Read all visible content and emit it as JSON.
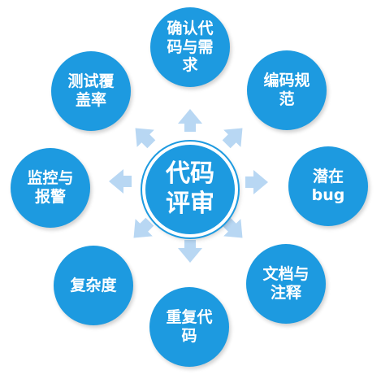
{
  "center": {
    "label": "代码\n评审"
  },
  "nodes": {
    "top": "确认代\n码与需\n求",
    "top_right": "编码规\n范",
    "right": "潜在\nbug",
    "bottom_right": "文档与\n注释",
    "bottom": "重复代\n码",
    "bottom_left": "复杂度",
    "left": "监控与\n报警",
    "top_left": "测试覆\n盖率"
  },
  "colors": {
    "node_fill": "#1d9ae0",
    "arrow_fill": "#b8d7f3",
    "text": "#ffffff"
  }
}
